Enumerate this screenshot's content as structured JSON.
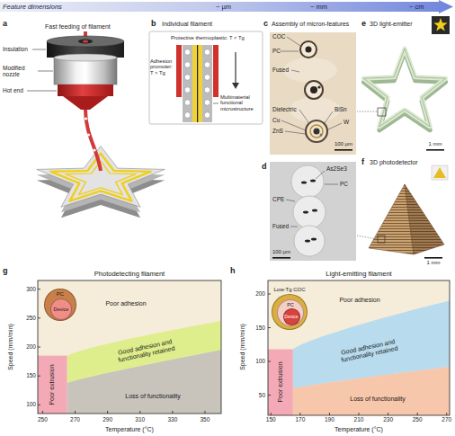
{
  "diagram": {
    "nodes": [
      {
        "text": [
          "Feature dimensions",
          "~ µm",
          "~ mm",
          "~ cm"
        ]
      },
      {
        "text": [
          "PC"
        ]
      },
      {
        "text": [
          "Device"
        ],
        "in": 1
      },
      {
        "text": [
          "Low-Tg COC"
        ]
      },
      {
        "text": [
          "PC"
        ],
        "in": 3
      },
      {
        "text": [
          "Device"
        ],
        "in": 4
      }
    ],
    "labels": [
      "a",
      "Fast feeding of filament",
      "Insulation",
      "Modified nozzle",
      "Hot end",
      "b",
      "Individual filament",
      "Protective thermoplastic: T < Tg",
      "Adhesion promoter: T > Tg",
      "Multimaterial functional microstructure",
      "c",
      "Assembly of micron-features",
      "COC",
      "PC",
      "Fused",
      "Dielectric",
      "Cu",
      "ZnS",
      "BiSn",
      "W",
      "100 µm",
      "d",
      "As2Se3",
      "PC",
      "CPE",
      "Fused",
      "100 µm",
      "e",
      "3D light-emitter",
      "1 mm",
      "f",
      "3D photodetector",
      "1 mm",
      "g",
      "Photodetecting filament",
      "300",
      "250",
      "200",
      "150",
      "100",
      "Speed (mm/min)",
      "250",
      "270",
      "290",
      "310",
      "330",
      "350",
      "Temperature (°C)",
      "Poor adhesion",
      "Good adhesion and functionality retained",
      "Loss of functionality",
      "Poor extrusion",
      "h",
      "Light-emitting filament",
      "200",
      "150",
      "100",
      "50",
      "Speed (mm/min)",
      "150",
      "170",
      "190",
      "210",
      "230",
      "250",
      "270",
      "Temperature (°C)",
      "Poor adhesion",
      "Good adhesion and functionality retained",
      "Loss of functionality",
      "Poor extrusion"
    ]
  }
}
